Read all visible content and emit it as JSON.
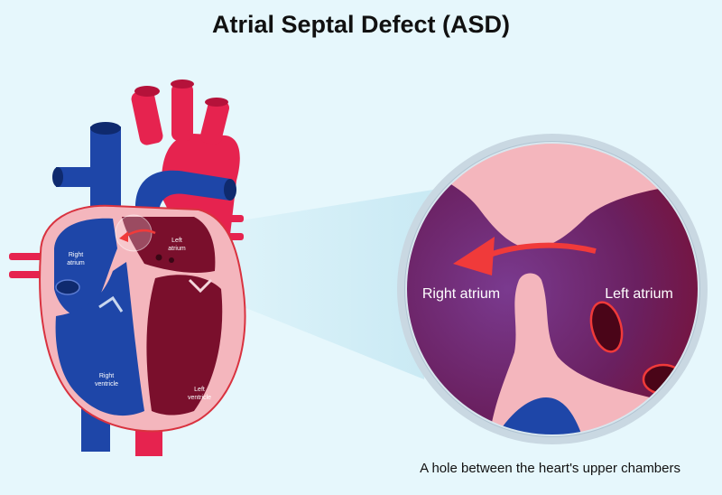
{
  "title": "Atrial Septal Defect (ASD)",
  "caption": "A hole between the heart's upper chambers",
  "heart_labels": {
    "right_atrium_line1": "Right",
    "right_atrium_line2": "atrium",
    "left_atrium_line1": "Left",
    "left_atrium_line2": "atrium",
    "right_ventricle_line1": "Right",
    "right_ventricle_line2": "ventricle",
    "left_ventricle_line1": "Left",
    "left_ventricle_line2": "ventricle"
  },
  "zoom_labels": {
    "right_atrium": "Right atrium",
    "left_atrium": "Left atrium"
  },
  "colors": {
    "background": "#e6f7fc",
    "deoxygenated": "#1e46a8",
    "oxygenated": "#e6234f",
    "heart_wall": "#f4b6bd",
    "left_chamber": "#7a0f2c",
    "flow_arrow": "#f03a3a"
  }
}
